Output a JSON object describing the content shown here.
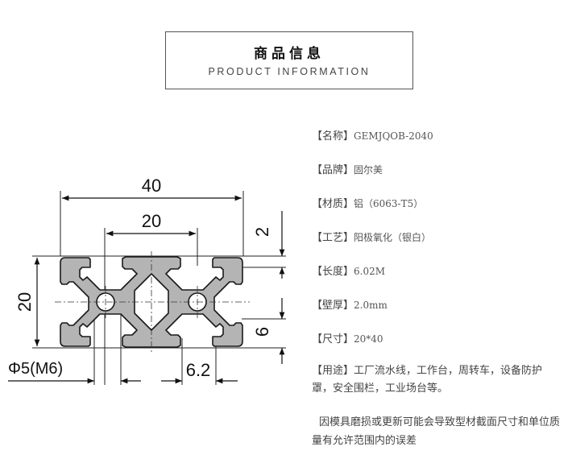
{
  "header": {
    "title": "商品信息",
    "subtitle": "PRODUCT INFORMATION"
  },
  "drawing": {
    "dim_width": "40",
    "dim_center": "20",
    "dim_height": "20",
    "dim_wall": "2",
    "dim_slot": "6",
    "dim_slot_width": "6.2",
    "dim_hole": "Φ5(M6)"
  },
  "specs": [
    {
      "label": "【名称】",
      "value": "GEMJQOB-2040"
    },
    {
      "label": "【品牌】",
      "value": "固尔美"
    },
    {
      "label": "【材质】",
      "value": "铝（6063-T5）"
    },
    {
      "label": "【工艺】",
      "value": "阳极氧化（银白）"
    },
    {
      "label": "【长度】",
      "value": "6.02M"
    },
    {
      "label": "【壁厚】",
      "value": "2.0mm"
    },
    {
      "label": "【尺寸】",
      "value": "20*40"
    },
    {
      "label": "【用途】",
      "value": "工厂流水线，工作台，周转车，设备防护罩，安全围栏，工业场台等。"
    }
  ],
  "note": "因模具磨损或更新可能会导致型材截面尺寸和单位质量有允许范围内的误差"
}
